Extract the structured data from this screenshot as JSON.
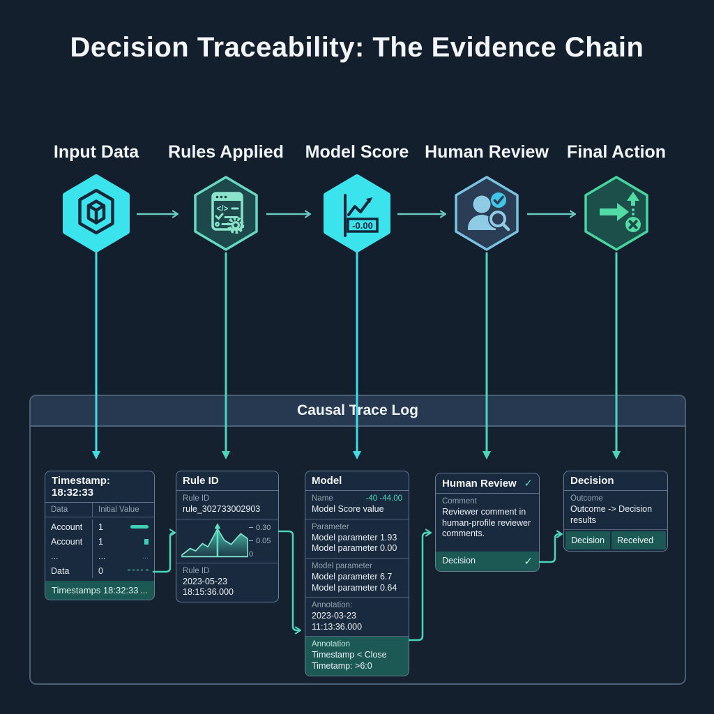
{
  "title": "Decision Traceability: The Evidence Chain",
  "colors": {
    "background": "#141f2d",
    "cyan_accent": "#3be4ec",
    "teal_accent": "#49d6ba",
    "panel_header": "#273950",
    "card_background": "#1a2a3e",
    "teal_footer": "#1c5954"
  },
  "stages": [
    {
      "label": "Input Data",
      "icon": "cube-icon"
    },
    {
      "label": "Rules Applied",
      "icon": "code-window-gear-icon",
      "icon_glyph": "</>"
    },
    {
      "label": "Model Score",
      "icon": "line-chart-icon",
      "score": "-0.00"
    },
    {
      "label": "Human Review",
      "icon": "person-check-magnifier-icon"
    },
    {
      "label": "Final Action",
      "icon": "route-decision-icon"
    }
  ],
  "trace_log": {
    "title": "Causal Trace Log",
    "cards": {
      "timestamp": {
        "header": "Timestamp: 18:32:33",
        "columns": [
          "Data",
          "Initial Value"
        ],
        "rows": [
          [
            "Account",
            "1"
          ],
          [
            "Account",
            "1"
          ],
          [
            "...",
            "..."
          ],
          [
            "Data",
            "0"
          ]
        ],
        "row3_extra": "...",
        "footer_text": "Timestamps 18:32:33",
        "footer_ellipsis": "..."
      },
      "rule": {
        "header": "Rule ID",
        "field1_label": "Rule ID",
        "field1_value": "rule_302733002903",
        "chart": {
          "type": "area",
          "y_ticks": [
            "0.30",
            "0.05",
            "0"
          ],
          "values": [
            0.04,
            0.09,
            0.06,
            0.13,
            0.1,
            0.3,
            0.16,
            0.12,
            0.22,
            0.18
          ]
        },
        "field2_label": "Rule ID",
        "field2_value": "2023-05-23 18:15:36.000"
      },
      "model": {
        "header": "Model",
        "name_label": "Name",
        "name_accent": "-40 -44.00",
        "name_value": "Model Score value",
        "parameter_label": "Parameter",
        "parameter_line1": "Model parameter 1.93",
        "parameter_line2": "Model parameter 0.00",
        "parameter2_label": "Model parameter",
        "parameter2_line1": "Model parameter 6.7",
        "parameter2_line2": "Model parameter 0.64",
        "annotation_label": "Annotation:",
        "annotation_value": "2023-03-23 11:13:36.000",
        "footer_label": "Annotation",
        "footer_line1": "Timestamp < Close",
        "footer_line2": "Timetamp: >6:0"
      },
      "human_review": {
        "header": "Human Review",
        "header_check": "✓",
        "comment_label": "Comment",
        "comment_value": "Reviewer comment in human-profile reviewer comments.",
        "footer": "Decision",
        "footer_check": "✓"
      },
      "decision": {
        "header": "Decision",
        "outcome_label": "Outcome",
        "outcome_value": "Outcome -> Decision results",
        "footer_left": "Decision",
        "footer_right": "Received"
      }
    }
  }
}
